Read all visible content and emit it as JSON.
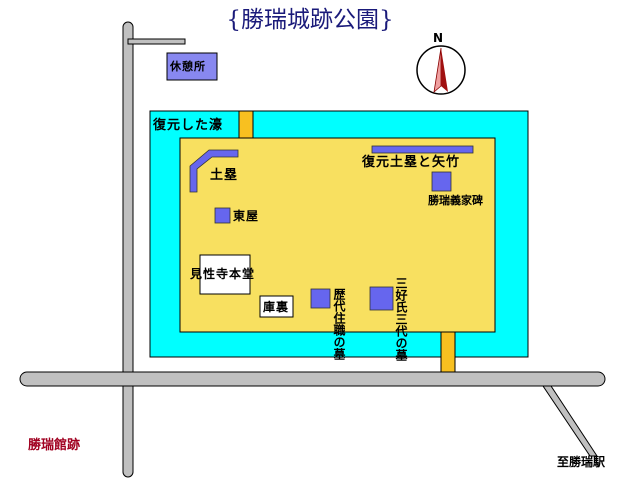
{
  "title": "{勝瑞城跡公園}",
  "compass": {
    "label": "N",
    "icon": "north-arrow-icon"
  },
  "labels": {
    "rest_area": "休憩所",
    "moat": "復元した濠",
    "earthwork": "土塁",
    "restored_earthwork": "復元土塁と矢竹",
    "monument": "勝瑞義家碑",
    "arbor": "東屋",
    "main_hall": "見性寺本堂",
    "kuri": "庫裏",
    "priests_graves": "歴代住職の墓",
    "miyoshi_graves": "三好氏三代の墓",
    "mansion_site": "勝瑞館跡",
    "to_station": "至勝瑞駅"
  },
  "colors": {
    "moat": "#00ffff",
    "grounds": "#f8e060",
    "structure": "#6666ee",
    "bridge": "#f8c020",
    "road": "#c0c0c0",
    "title": "#1a1a7a",
    "mansion": "#a00020"
  }
}
